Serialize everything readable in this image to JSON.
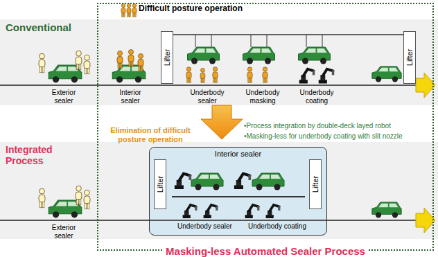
{
  "diagram": {
    "nodes": [
      {
        "text": [
          "Masking-less Automated Sealer Process"
        ]
      },
      {
        "text": [
          "Lifter"
        ],
        "in": 0
      },
      {
        "text": [
          "Lifter"
        ],
        "in": 0
      },
      {
        "text": [
          "Interior sealer",
          "Underbody sealer",
          "Underbody coating"
        ],
        "in": 0
      },
      {
        "text": [
          "Lifter"
        ],
        "in": 3
      },
      {
        "text": [
          "Lifter"
        ],
        "in": 3
      }
    ],
    "labels": [
      "Difficult posture operation",
      "Conventional",
      "Exterior sealer",
      "Interior sealer",
      "Underbody sealer",
      "Underbody masking",
      "Underbody coating",
      "Elimination of difficult posture operation",
      "•Process integration by double-deck layed robot",
      "•Masking-less for underbody coating with slit nozzle",
      "Integrated Process",
      "Exterior sealer"
    ]
  }
}
